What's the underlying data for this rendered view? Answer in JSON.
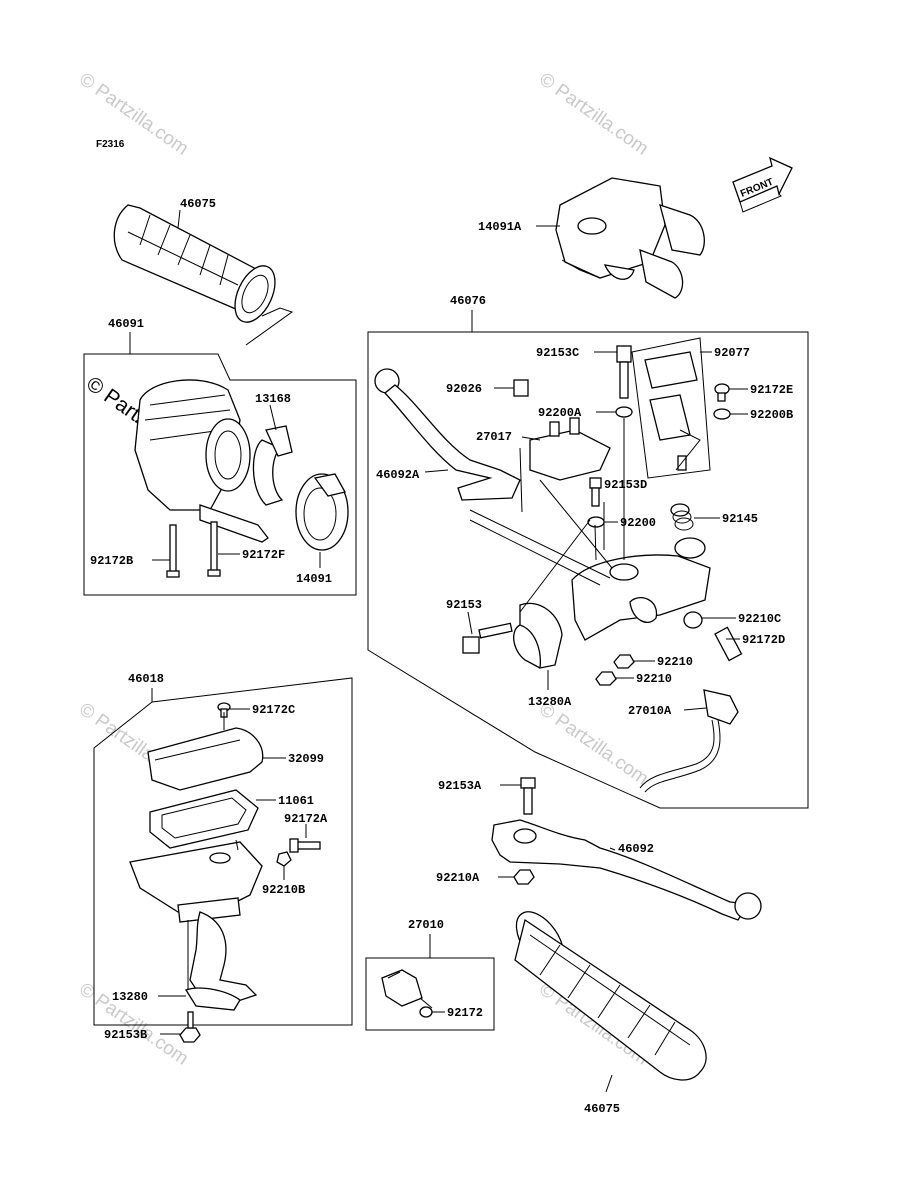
{
  "diagram_code": "F2316",
  "front_label": "FRONT",
  "watermark": "© Partzilla.com",
  "parts": {
    "p46075_top": "46075",
    "p46091": "46091",
    "p13168": "13168",
    "p92172B": "92172B",
    "p92172F": "92172F",
    "p14091": "14091",
    "p14091A": "14091A",
    "p46076": "46076",
    "p92153C": "92153C",
    "p92077": "92077",
    "p92026": "92026",
    "p92172E": "92172E",
    "p92200A": "92200A",
    "p92200B": "92200B",
    "p27017": "27017",
    "p46092A": "46092A",
    "p92153D": "92153D",
    "p92145": "92145",
    "p92200": "92200",
    "p92153": "92153",
    "p92210C": "92210C",
    "p92172D": "92172D",
    "p92210_a": "92210",
    "p92210_b": "92210",
    "p13280A": "13280A",
    "p27010A": "27010A",
    "p46018": "46018",
    "p92172C": "92172C",
    "p32099": "32099",
    "p11061": "11061",
    "p92172A": "92172A",
    "p92210B": "92210B",
    "p13280": "13280",
    "p92153B": "92153B",
    "p92153A": "92153A",
    "p46092": "46092",
    "p92210A": "92210A",
    "p27010": "27010",
    "p92172": "92172",
    "p46075_bottom": "46075"
  }
}
